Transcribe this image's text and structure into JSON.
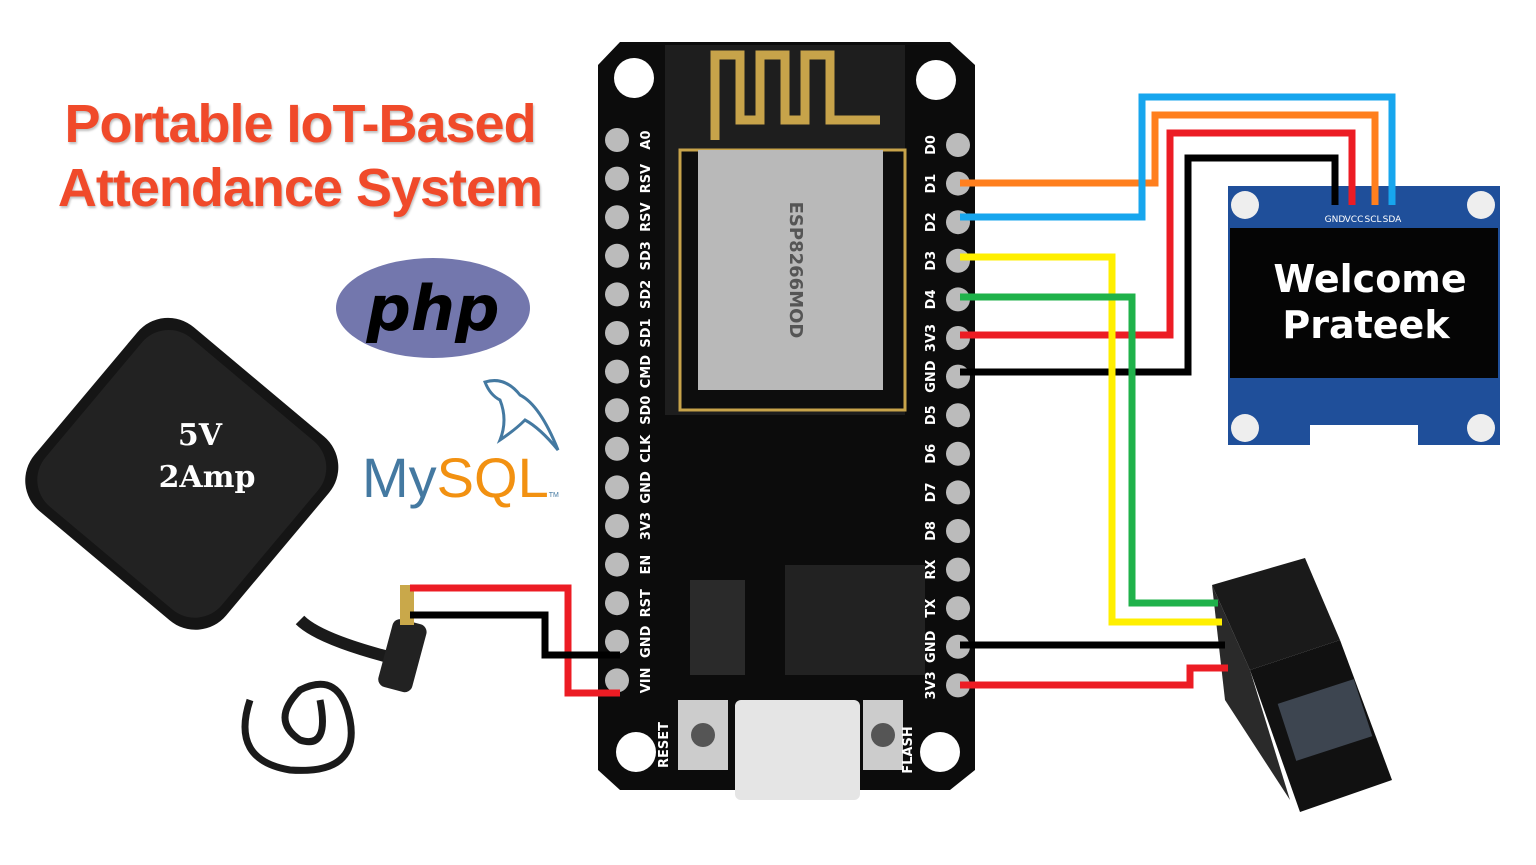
{
  "title": {
    "line1": "Portable IoT-Based",
    "line2": "Attendance System"
  },
  "logos": {
    "php": "php",
    "mysql_my": "My",
    "mysql_sql": "SQL",
    "mysql_tm": "TM"
  },
  "adapter": {
    "voltage": "5V",
    "current": "2Amp"
  },
  "oled": {
    "pins": [
      "GND",
      "VCC",
      "SCL",
      "SDA"
    ],
    "line1": "Welcome",
    "line2": "Prateek"
  },
  "board": {
    "right_pins": [
      "D0",
      "D1",
      "D2",
      "D3",
      "D4",
      "3V3",
      "GND",
      "D5",
      "D6",
      "D7",
      "D8",
      "RX",
      "TX",
      "GND",
      "3V3"
    ],
    "left_pins": [
      "A0",
      "RSV",
      "RSV",
      "SD3",
      "SD2",
      "SD1",
      "CMD",
      "SD0",
      "CLK",
      "GND",
      "3V3",
      "EN",
      "RST",
      "GND",
      "VIN"
    ],
    "reset_label": "RESET",
    "flash_label": "FLASH",
    "module_text": "ESP8266MOD"
  },
  "colors": {
    "title": "#f04a2a",
    "orange": "#ff7f1e",
    "blue": "#17a6ee",
    "red": "#ec1c24",
    "black": "#000000",
    "yellow": "#ffef00",
    "green": "#1fb24a",
    "php": "#7377ad",
    "mysql_blue": "#4479a1",
    "mysql_orange": "#f29111"
  }
}
